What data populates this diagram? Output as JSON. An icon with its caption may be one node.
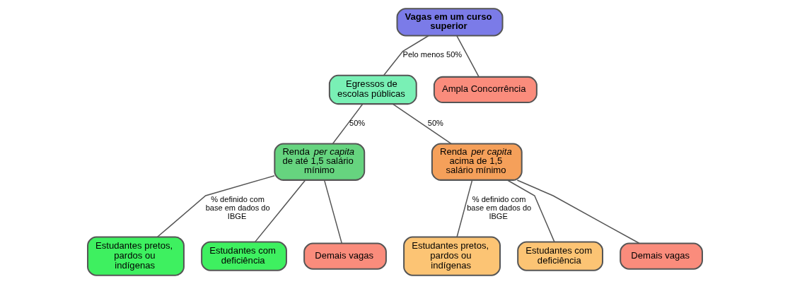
{
  "diagram": {
    "nodes": [
      {
        "text": [
          "Vagas em um curso superior"
        ]
      },
      {
        "text": [
          "Egressos de escolas públicas"
        ]
      },
      {
        "text": [
          "Ampla Concorrência"
        ]
      },
      {
        "text": [
          "Renda *per capita* de até 1,5 salário mínimo"
        ]
      },
      {
        "text": [
          "Renda *per capita* acima de 1,5 salário mínimo"
        ]
      },
      {
        "text": [
          "Estudantes pretos, pardos ou indígenas"
        ]
      },
      {
        "text": [
          "Estudantes com deficiência"
        ]
      },
      {
        "text": [
          "Demais vagas"
        ]
      },
      {
        "text": [
          "Estudantes pretos, pardos ou indígenas"
        ]
      },
      {
        "text": [
          "Estudantes com deficiência"
        ]
      },
      {
        "text": [
          "Demais vagas"
        ]
      }
    ],
    "edges": [
      {
        "from": 0,
        "to": 1,
        "arrow": "none",
        "label": "Pelo menos 50%"
      },
      {
        "from": 0,
        "to": 2,
        "arrow": "none"
      },
      {
        "from": 1,
        "to": 3,
        "arrow": "none",
        "label": "50%"
      },
      {
        "from": 1,
        "to": 4,
        "arrow": "none",
        "label": "50%"
      },
      {
        "from": 3,
        "to": 5,
        "arrow": "none",
        "label": "% definido com base em dados do IBGE"
      },
      {
        "from": 3,
        "to": 6,
        "arrow": "none"
      },
      {
        "from": 3,
        "to": 7,
        "arrow": "none"
      },
      {
        "from": 4,
        "to": 8,
        "arrow": "none",
        "label": "% definido com base em dados do IBGE"
      },
      {
        "from": 4,
        "to": 9,
        "arrow": "none"
      },
      {
        "from": 4,
        "to": 10,
        "arrow": "none"
      }
    ]
  }
}
